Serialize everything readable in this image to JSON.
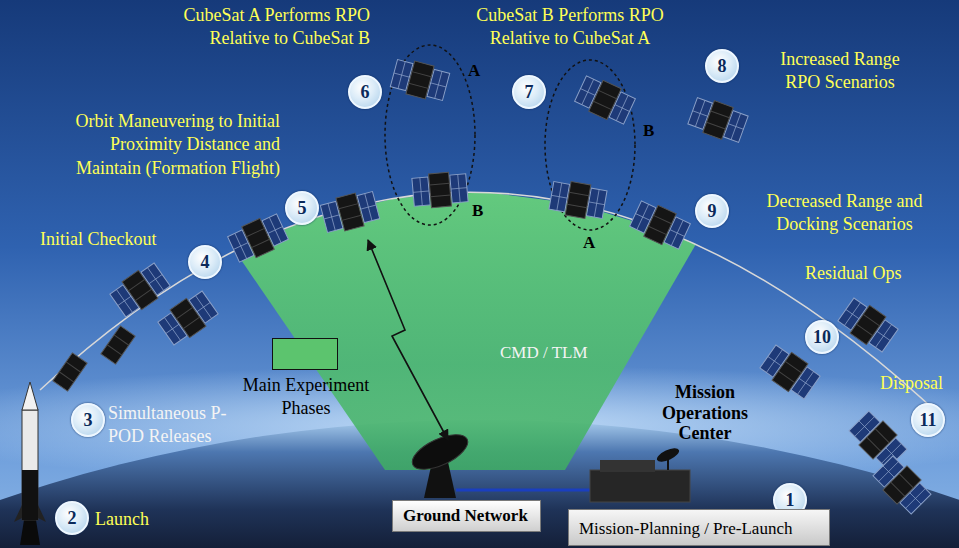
{
  "diagram": {
    "nodes": [
      {
        "text": [
          "1"
        ]
      },
      {
        "text": [
          "2"
        ]
      },
      {
        "text": [
          "3"
        ]
      },
      {
        "text": [
          "4"
        ]
      },
      {
        "text": [
          "5"
        ]
      },
      {
        "text": [
          "6"
        ]
      },
      {
        "text": [
          "7"
        ]
      },
      {
        "text": [
          "8"
        ]
      },
      {
        "text": [
          "9"
        ]
      },
      {
        "text": [
          "10"
        ]
      },
      {
        "text": [
          "11"
        ]
      },
      {
        "text": [
          "Ground Network"
        ]
      },
      {
        "text": [
          "Mission-Planning / Pre-Launch"
        ]
      }
    ],
    "labels": [
      "CubeSat A Performs RPO Relative to CubeSat B",
      "CubeSat B Performs RPO Relative to CubeSat A",
      "Increased Range RPO Scenarios",
      "Orbit Maneuvering to Initial Proximity Distance and Maintain (Formation Flight)",
      "A",
      "B",
      "B",
      "A",
      "Initial Checkout",
      "Decreased Range and Docking Scenarios",
      "CMD / TLM",
      "Residual Ops",
      "Disposal",
      "Mission Operations Center",
      "Simultaneous P-POD Releases",
      "Launch"
    ],
    "legend": [
      {
        "text": "Main Experiment Phases",
        "color": "#5cc46e"
      }
    ]
  }
}
